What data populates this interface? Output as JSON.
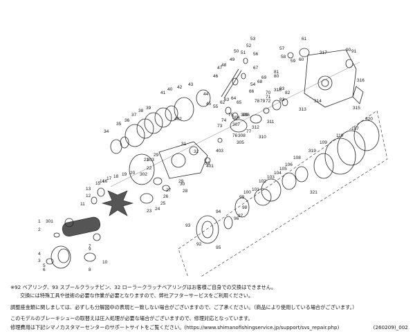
{
  "diagram": {
    "part_numbers": {
      "p1": "1",
      "p2": "2",
      "p3": "3",
      "p4": "4",
      "p5": "5",
      "p6": "6",
      "p7": "7",
      "p8": "8",
      "p9": "9",
      "p10": "10",
      "p11": "11",
      "p12": "12",
      "p13": "13",
      "p14": "14",
      "p15": "15",
      "p16": "16",
      "p17": "17",
      "p18": "18",
      "p19": "19",
      "p20": "20",
      "p21": "21",
      "p22": "22",
      "p23": "23",
      "p24": "24",
      "p25": "25",
      "p26": "26",
      "p27": "27",
      "p28": "28",
      "p29a": "29",
      "p29b": "29",
      "p30": "30",
      "p31": "31",
      "p32": "32",
      "p33": "33",
      "p34": "34",
      "p35": "35",
      "p36": "36",
      "p37": "37",
      "p38": "38",
      "p39": "39",
      "p40": "40",
      "p41": "41",
      "p42": "42",
      "p43": "43",
      "p44": "44",
      "p45": "45",
      "p46": "46",
      "p47": "47",
      "p48": "48",
      "p49": "49",
      "p50": "50",
      "p51": "51",
      "p52": "52",
      "p53": "53",
      "p54": "54",
      "p55": "55",
      "p56": "56",
      "p57": "57",
      "p58": "58",
      "p59": "59",
      "p60": "60",
      "p61": "61",
      "p62": "62",
      "p63": "63",
      "p64": "64",
      "p65": "65",
      "p66": "66",
      "p67": "67",
      "p68": "68",
      "p69": "69",
      "p70": "70",
      "p71": "71",
      "p72": "72",
      "p73": "73",
      "p74": "74",
      "p75": "75",
      "p76": "76",
      "p77": "77",
      "p78": "78",
      "p79": "79",
      "p80": "80",
      "p81": "81",
      "p82": "82",
      "p83a": "83",
      "p83b": "83",
      "p90": "90",
      "p91": "91",
      "p92": "92",
      "p93": "93",
      "p94": "94",
      "p95": "95",
      "p96": "96",
      "p97": "97",
      "p98": "98",
      "p99": "99",
      "p100": "100",
      "p101": "101",
      "p102": "102",
      "p103": "103",
      "p104": "104",
      "p105": "105",
      "p106": "106",
      "p107": "107",
      "p108": "108",
      "p109": "109",
      "p110": "110",
      "p301": "301",
      "p302": "302",
      "p303": "303",
      "p304": "304",
      "p305": "305",
      "p306": "306",
      "p307": "307",
      "p308": "308",
      "p309": "309",
      "p310": "310",
      "p311": "311",
      "p312": "312",
      "p313": "313",
      "p314": "314",
      "p315": "315",
      "p316": "316",
      "p317": "317",
      "p318": "318",
      "p319": "319",
      "p320": "320",
      "p321": "321",
      "p401": "401",
      "p402": "402",
      "p403": "403"
    }
  },
  "notes": {
    "line1": "※92 ベアリング、93 スプールクラッチピン、32 ローラークラッチベアリングはお客様ご自身での交換はできません。",
    "line2": "交換には特殊工具や技術の必要な作業が必要となりますので、弊社アフターサービスをご利用ください。",
    "line3": "調整座金類に関しましては、必ずしも分解図中の表現と一致しない場合がございますので、ご了承ください。（商品により使用している場合がございます。）",
    "line4": "このモデルのブレーキシューの取替えは圧入処理が必要な場合がございますので、修理対応となっています。",
    "line5": "修理費用は下記シマノカスタマーセンターのサポートサイトをご覧ください。(https://www.shimanofishingservice.jp/support/svs_repair.php)",
    "doc_code": "(260209)_002"
  }
}
